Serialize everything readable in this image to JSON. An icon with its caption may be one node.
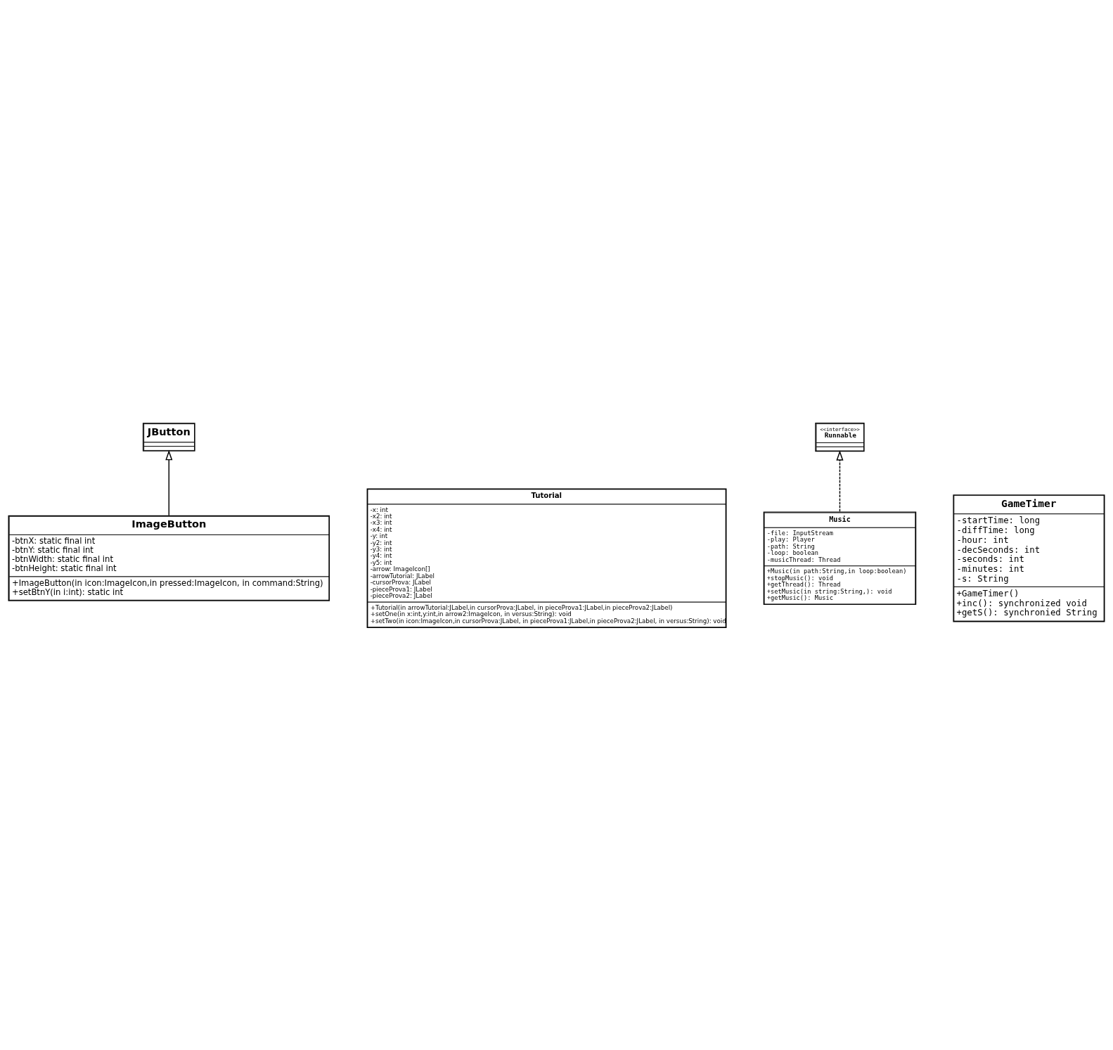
{
  "diagram": {
    "nodes": [
      {
        "text": [
          "JButton"
        ]
      },
      {
        "text": [
          "ImageButton",
          "-btnX: static final int",
          "-btnY: static final int",
          "-btnWidth: static final int",
          "-btnHeight: static final int",
          "+ImageButton(in icon:ImageIcon,in pressed:ImageIcon, in command:String)",
          "+setBtnY(in i:int): static int"
        ]
      },
      {
        "text": [
          "Tutorial",
          "-x: int",
          "-x2: int",
          "-x3: int",
          "-x4: int",
          "-y: int",
          "-y2: int",
          "-y3: int",
          "-y4: int",
          "-y5: int",
          "-arrow: ImageIcon[]",
          "-arrowTutorial: JLabel",
          "-cursorProva: JLabel",
          "-pieceProva1: JLabel",
          "-pieceProva2: JLabel",
          "+Tutorial(in arrowTutorial:JLabel,in cursorProva:JLabel, in pieceProva1:JLabel,in pieceProva2:JLabel)",
          "+setOne(in x:int,y:int,in arrow2:ImageIcon, in versus:String): void",
          "+setTwo(in icon:ImageIcon,in cursorProva:JLabel, in pieceProva1:JLabel,in pieceProva2:JLabel, in versus:String): void"
        ]
      },
      {
        "text": [
          "<<interface>>",
          "Runnable"
        ]
      },
      {
        "text": [
          "Music",
          "-file: InputStream",
          "-play: Player",
          "-path: String",
          "-loop: boolean",
          "-musicThread: Thread",
          "+Music(in path:String,in loop:boolean)",
          "+stopMusic(): void",
          "+getThread(): Thread",
          "+setMusic(in string:String,): void",
          "+getMusic(): Music"
        ]
      },
      {
        "text": [
          "GameTimer",
          "-startTime: long",
          "-diffTime: long",
          "-hour: int",
          "-decSeconds: int",
          "-seconds: int",
          "-minutes: int",
          "-s: String",
          "+GameTimer()",
          "+inc(): synchronized void",
          "+getS(): synchronied String"
        ]
      }
    ],
    "edges": [
      {
        "from": 1,
        "to": 0,
        "arrow": "to"
      },
      {
        "from": 4,
        "to": 3,
        "arrow": "to",
        "style": "dashed"
      }
    ]
  }
}
